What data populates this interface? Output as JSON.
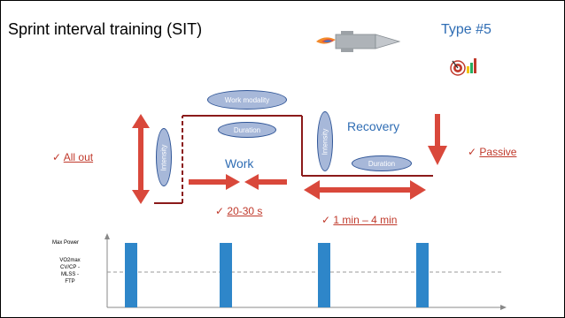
{
  "slide": {
    "title": "Sprint interval training (SIT)",
    "type_label": "Type #5"
  },
  "diagram": {
    "work_modality": "Work modality",
    "duration_work": "Duration",
    "intensity_work": "Intensity",
    "intensity_recovery": "Intensity",
    "duration_recovery": "Duration",
    "work_label": "Work",
    "recovery_label": "Recovery",
    "check": "✓",
    "all_out": "All out",
    "passive": "Passive",
    "work_time": "20-30 s",
    "recovery_time": "1 min – 4 min"
  },
  "chart": {
    "max_power_label": "Max Power",
    "threshold_labels": [
      "VO2max",
      "CV/CP -",
      "MLSS -",
      "FTP"
    ],
    "bar_color": "#2e86c9",
    "accent_red": "#d9483b"
  },
  "chart_data": {
    "type": "bar",
    "categories": [
      "",
      "",
      "",
      ""
    ],
    "values": [
      1,
      1,
      1,
      1
    ],
    "ylim": [
      0,
      1
    ]
  }
}
